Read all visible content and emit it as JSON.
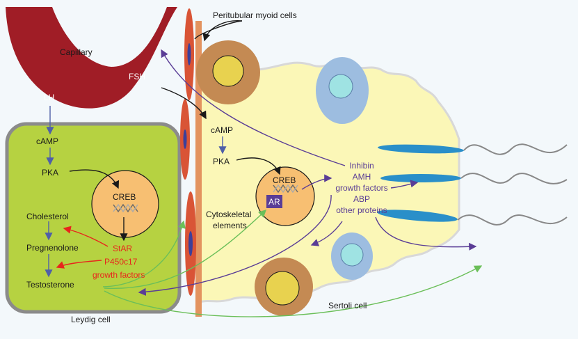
{
  "labels": {
    "capillary": "Capillary",
    "peritubular": "Peritubular myoid cells",
    "lh": "LH",
    "fsh": "FSH",
    "leydig": {
      "camp": "cAMP",
      "pka": "PKA",
      "creb": "CREB",
      "cholesterol": "Cholesterol",
      "pregnenolone": "Pregnenolone",
      "testosterone": "Testosterone",
      "star": "StAR",
      "p450": "P450c17",
      "growth_factors": "growth factors",
      "cell_name": "Leydig cell"
    },
    "sertoli": {
      "camp": "cAMP",
      "pka": "PKA",
      "creb": "CREB",
      "ar": "AR",
      "cyto_1": "Cytoskeletal",
      "cyto_2": "elements",
      "products": [
        "Inhibin",
        "AMH",
        "growth factors",
        "ABP",
        "other proteins"
      ],
      "cell_name": "Sertoli cell"
    }
  },
  "colors": {
    "capillary": "#a01d26",
    "leydig_fill": "#b6d241",
    "leydig_border": "#8b8b8b",
    "sertoli_fill": "#fbf7b7",
    "nucleus": "#f7bf72",
    "myoid_cell": "#d95436",
    "myoid_band": "#e3935f",
    "arrow_blue": "#4f5fa8",
    "arrow_red": "#e8251c",
    "arrow_green": "#6bbf59",
    "arrow_purple": "#5a3d96",
    "sperm_head": "#2a8fc9",
    "ar_box": "#5a3d96"
  }
}
